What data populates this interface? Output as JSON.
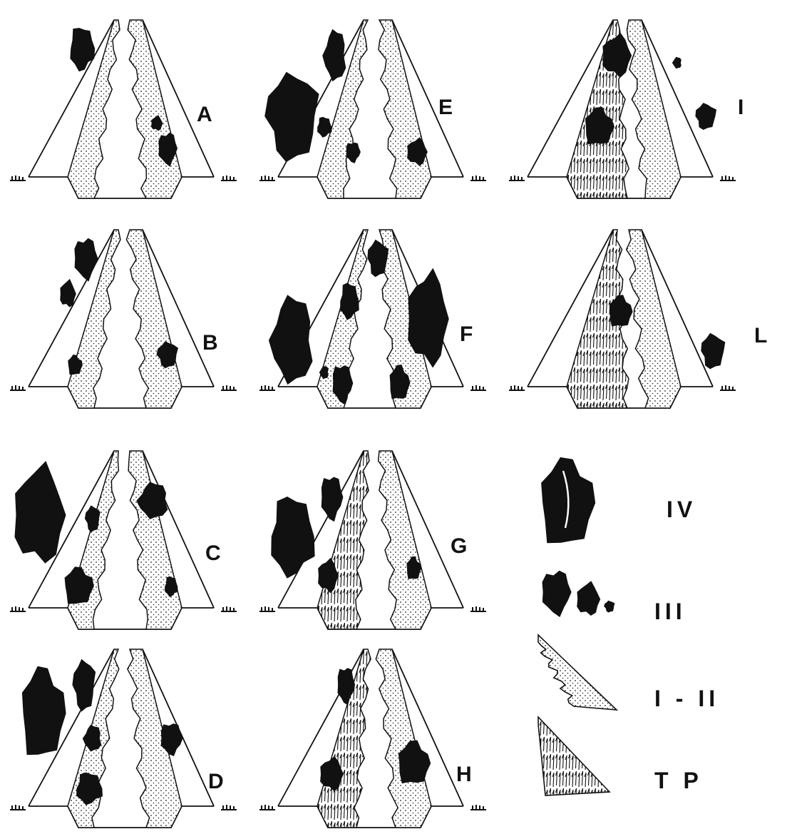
{
  "panels": [
    {
      "id": "a",
      "label": "A",
      "kind": "trees-right"
    },
    {
      "id": "b",
      "label": "B",
      "kind": "trees-right-low"
    },
    {
      "id": "c",
      "label": "C",
      "kind": "trees-both"
    },
    {
      "id": "d",
      "label": "D",
      "kind": "trees-both-dense"
    },
    {
      "id": "e",
      "label": "E",
      "kind": "trees-left-dense"
    },
    {
      "id": "f",
      "label": "F",
      "kind": "forest"
    },
    {
      "id": "g",
      "label": "G",
      "kind": "tp-left"
    },
    {
      "id": "h",
      "label": "H",
      "kind": "tp-left-low"
    },
    {
      "id": "i",
      "label": "I",
      "kind": "tp-wide"
    },
    {
      "id": "l",
      "label": "L",
      "kind": "tp-wide-low"
    }
  ],
  "legend": [
    {
      "id": "iv",
      "label": "IV",
      "symbol": "large-tree-crown"
    },
    {
      "id": "iii",
      "label": "III",
      "symbol": "small-tree-crowns"
    },
    {
      "id": "i-ii",
      "label": "I - II",
      "symbol": "stippled-bank"
    },
    {
      "id": "tp",
      "label": "T P",
      "symbol": "hatched-bank"
    }
  ]
}
